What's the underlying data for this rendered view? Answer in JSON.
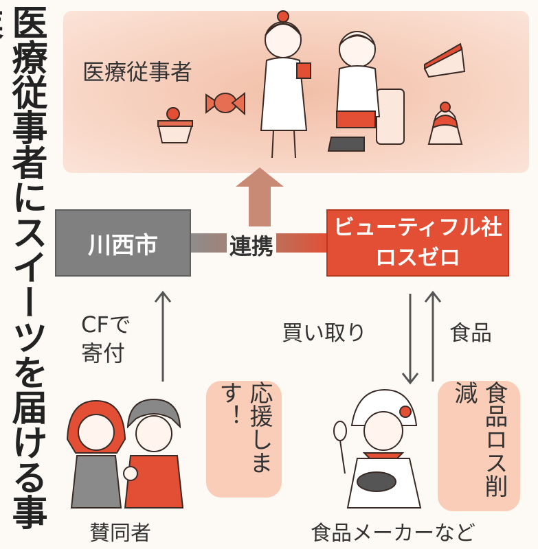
{
  "title": "医療従事者にスイーツを届ける事業",
  "nodes": {
    "medical": "医療従事者",
    "city": "川西市",
    "company_line1": "ビューティフル社",
    "company_line2": "ロスゼロ",
    "supporters": "賛同者",
    "makers": "食品メーカーなど"
  },
  "edges": {
    "partnership": "連携",
    "donation": "CFで寄付",
    "purchase": "買い取り",
    "food": "食品"
  },
  "speech": {
    "supporters": "応援します！",
    "makers": "食品ロス削減"
  },
  "colors": {
    "accent": "#e24f35",
    "gray": "#808080",
    "pink": "#f9cdb8"
  }
}
